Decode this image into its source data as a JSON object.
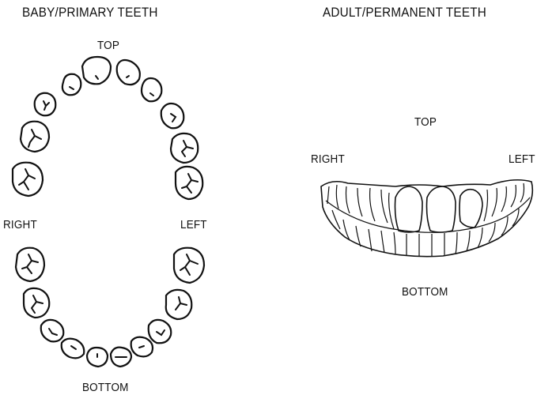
{
  "baby": {
    "title": "BABY/PRIMARY TEETH",
    "top": "TOP",
    "right": "RIGHT",
    "left": "LEFT",
    "bottom": "BOTTOM"
  },
  "adult": {
    "title": "ADULT/PERMANENT TEETH",
    "top": "TOP",
    "right": "RIGHT",
    "left": "LEFT",
    "bottom": "BOTTOM"
  }
}
